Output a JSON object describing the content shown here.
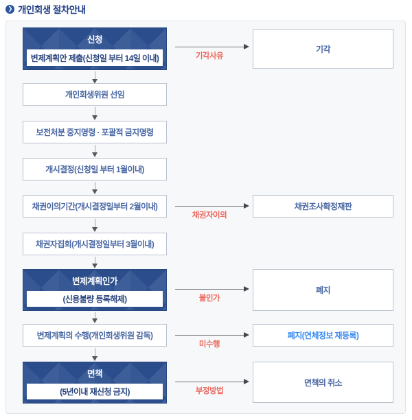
{
  "page_title": "개인회생 절차안내",
  "colors": {
    "accent_navy": "#1f3f87",
    "compound_box_blue": "#2d508f",
    "box_text_blue": "#4a68a4",
    "highlight_blue": "#3b8cf0",
    "condition_red": "#ec6a60"
  },
  "flow": {
    "main_steps": [
      {
        "type": "compound",
        "title": "신청",
        "subtitle": "변제계획안 제출(신청일 부터 14일 이내)"
      },
      {
        "type": "plain",
        "label": "개인회생위원 선임"
      },
      {
        "type": "plain",
        "label": "보전처분 중지명령 · 포괄적 금지명령"
      },
      {
        "type": "plain",
        "label": "개시결정(신청일 부터 1월이내)"
      },
      {
        "type": "plain",
        "label": "채권이의기간(개시결정일부터 2월이내)"
      },
      {
        "type": "plain",
        "label": "채권자집회(개시결정일부터 3월이내)"
      },
      {
        "type": "compound",
        "title": "변제계획인가",
        "subtitle": "(신용불량 등록해제)"
      },
      {
        "type": "plain",
        "label": "변제계획의 수행(개인회생위원 감독)"
      },
      {
        "type": "compound",
        "title": "면책",
        "subtitle": "(5년이내 재신청 금지)"
      }
    ],
    "branches": [
      {
        "condition": "기각사유",
        "result": "기각"
      },
      {
        "condition": "채권자이의",
        "result": "채권조사확정재판"
      },
      {
        "condition": "불인가",
        "result": "폐지"
      },
      {
        "condition": "미수행",
        "result": "폐지(연체정보 재등록)"
      },
      {
        "condition": "부정방법",
        "result": "면책의 취소"
      }
    ]
  }
}
